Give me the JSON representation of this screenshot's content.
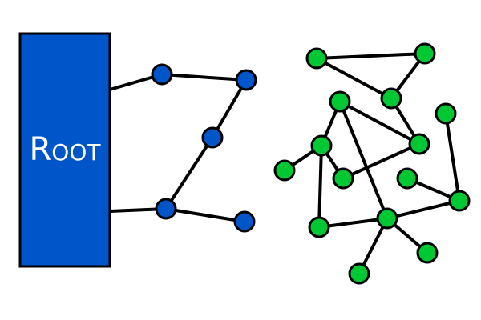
{
  "root": {
    "label": "Root",
    "color": "#0055c8"
  },
  "colors": {
    "tree_node": "#0055c8",
    "graph_node": "#00c832",
    "stroke": "#000000"
  },
  "tree": {
    "nodes": [
      "t1",
      "t2",
      "t3",
      "t4",
      "t5"
    ],
    "edges": [
      [
        "root",
        "t1"
      ],
      [
        "t1",
        "t2"
      ],
      [
        "t2",
        "t3"
      ],
      [
        "t3",
        "t4"
      ],
      [
        "root",
        "t4"
      ],
      [
        "t4",
        "t5"
      ]
    ]
  },
  "graph": {
    "nodes": [
      "A",
      "B",
      "C",
      "D",
      "E",
      "F",
      "G",
      "H",
      "I",
      "J",
      "K",
      "L",
      "M",
      "N",
      "O"
    ],
    "edges": [
      [
        "A",
        "B"
      ],
      [
        "A",
        "C"
      ],
      [
        "B",
        "C"
      ],
      [
        "C",
        "F"
      ],
      [
        "D",
        "F"
      ],
      [
        "D",
        "G"
      ],
      [
        "D",
        "M"
      ],
      [
        "G",
        "H"
      ],
      [
        "G",
        "I"
      ],
      [
        "G",
        "L"
      ],
      [
        "I",
        "F"
      ],
      [
        "J",
        "K"
      ],
      [
        "E",
        "K"
      ],
      [
        "L",
        "M"
      ],
      [
        "M",
        "K"
      ],
      [
        "M",
        "N"
      ],
      [
        "M",
        "O"
      ]
    ]
  }
}
